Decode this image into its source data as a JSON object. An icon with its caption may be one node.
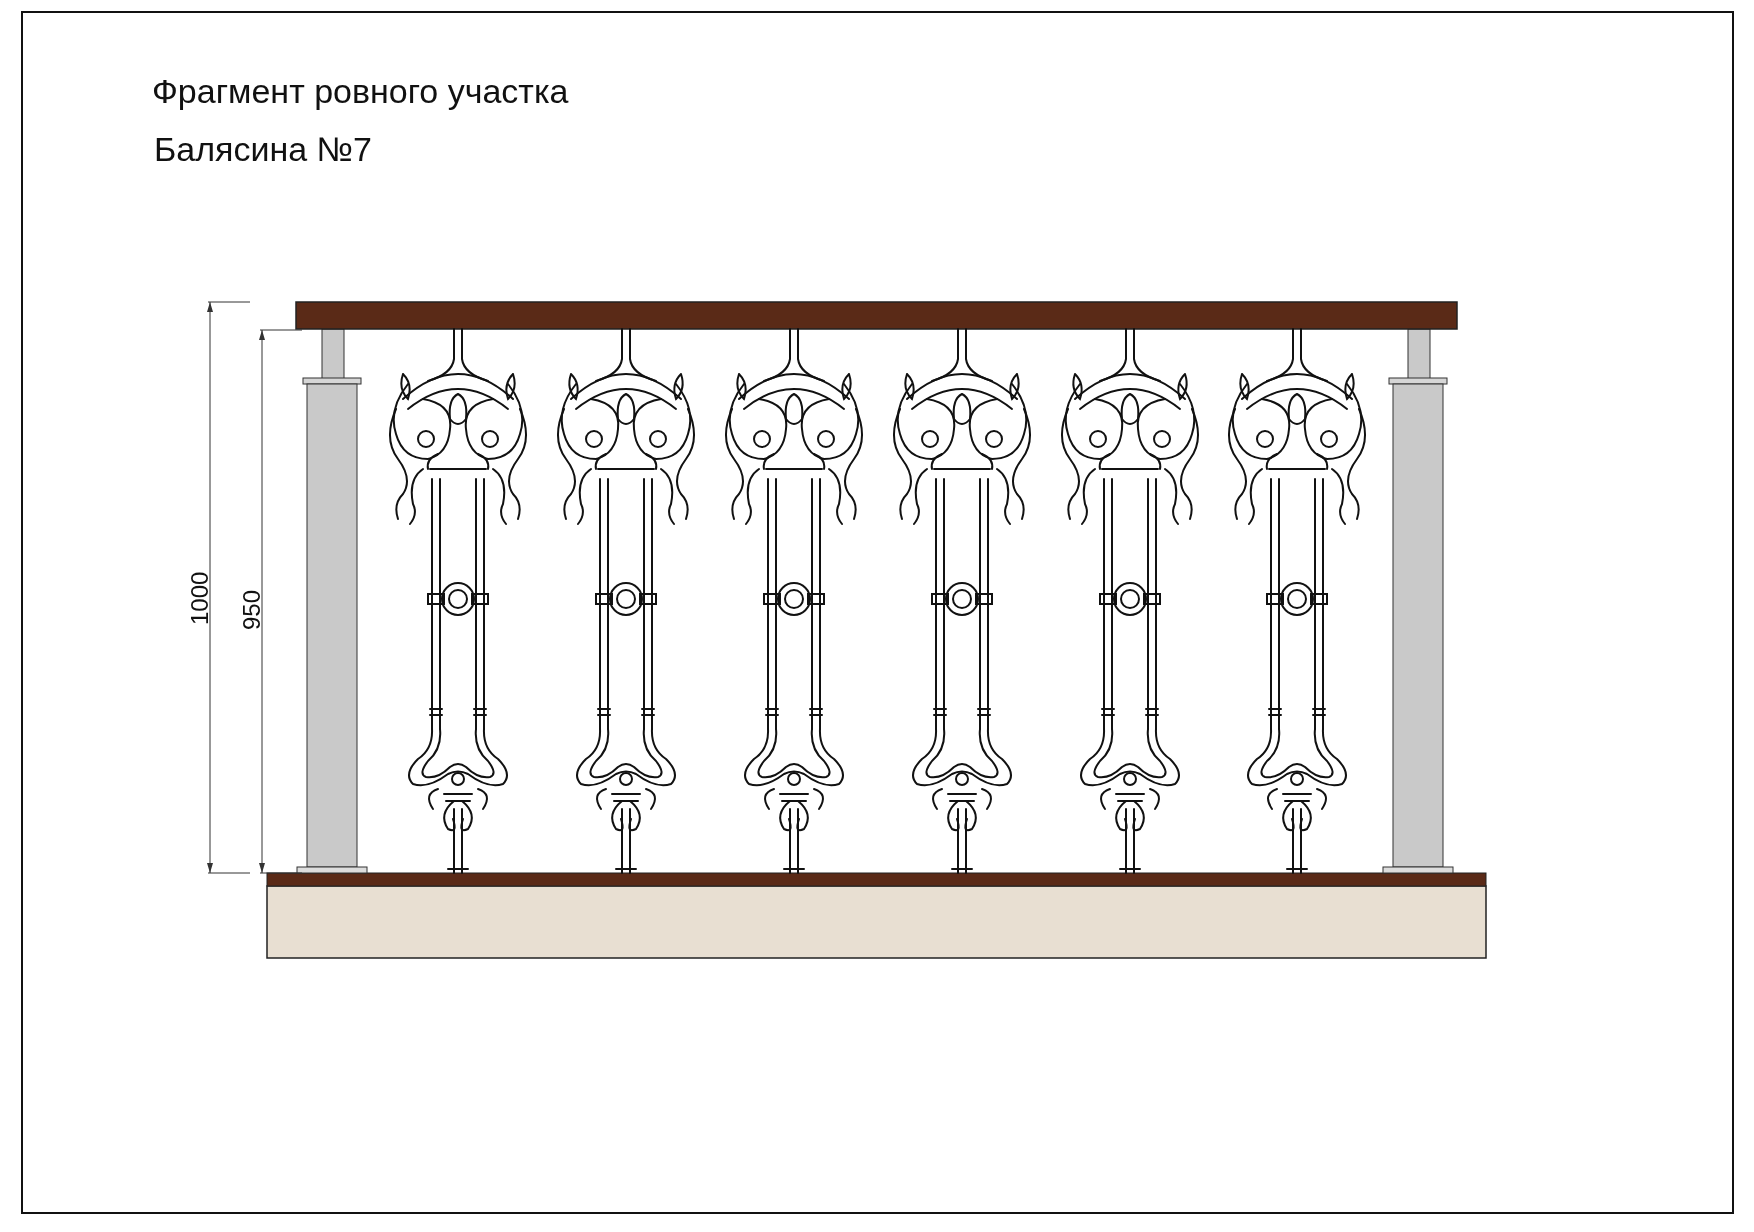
{
  "diagram": {
    "title": "Фрагмент ровного участка",
    "labels": [
      "Балясина №7",
      "1000",
      "950"
    ]
  }
}
